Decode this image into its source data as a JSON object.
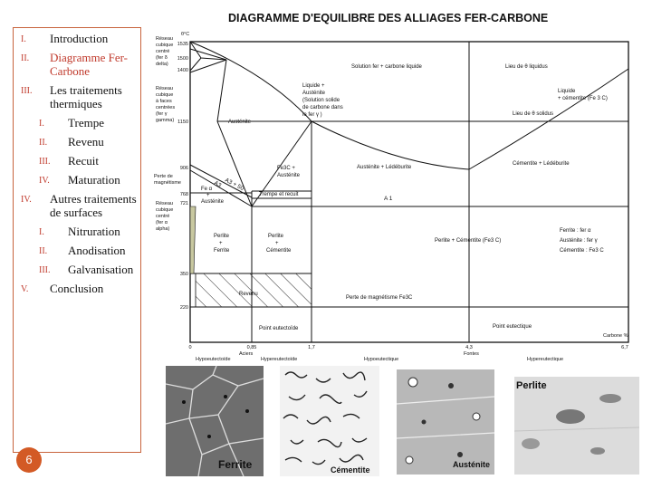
{
  "toc": [
    {
      "num": "I.",
      "label": "Introduction",
      "level": 1,
      "active": false
    },
    {
      "num": "II.",
      "label": "Diagramme Fer-Carbone",
      "level": 1,
      "active": true
    },
    {
      "num": "III.",
      "label": "Les traitements thermiques",
      "level": 1,
      "active": false
    },
    {
      "num": "I.",
      "label": "Trempe",
      "level": 2,
      "active": false
    },
    {
      "num": "II.",
      "label": "Revenu",
      "level": 2,
      "active": false
    },
    {
      "num": "III.",
      "label": "Recuit",
      "level": 2,
      "active": false
    },
    {
      "num": "IV.",
      "label": "Maturation",
      "level": 2,
      "active": false
    },
    {
      "num": "IV.",
      "label": "Autres traitements de surfaces",
      "level": 1,
      "active": false
    },
    {
      "num": "I.",
      "label": "Nitruration",
      "level": 2,
      "active": false
    },
    {
      "num": "II.",
      "label": "Anodisation",
      "level": 2,
      "active": false
    },
    {
      "num": "III.",
      "label": "Galvanisation",
      "level": 2,
      "active": false
    },
    {
      "num": "V.",
      "label": "Conclusion",
      "level": 1,
      "active": false
    }
  ],
  "page_number": "6",
  "diagram": {
    "title": "DIAGRAMME D'EQUILIBRE DES ALLIAGES FER-CARBONE",
    "y_unit": "θ°C",
    "temps": [
      "1535",
      "1500",
      "1400",
      "1150",
      "906",
      "768",
      "721",
      "350",
      "220"
    ],
    "left_labels": {
      "delta": [
        "Réseau",
        "cubique",
        "centré",
        "(fer δ",
        "delta)"
      ],
      "gamma": [
        "Réseau",
        "cubique",
        "à faces",
        "centrées",
        "(fer γ",
        "gamma)"
      ],
      "magnet": [
        "Perte de",
        "magnétisme"
      ],
      "alpha": [
        "Réseau",
        "cubique",
        "centré",
        "(fer α",
        "alpha)"
      ]
    },
    "x_ticks": [
      "0",
      "0,85",
      "1,7",
      "4,3",
      "6,7"
    ],
    "x_unit": "Carbone %",
    "bottom": {
      "aciers": "Aciers",
      "fontes": "Fontes",
      "hypoeutectoide": "Hypoeutectoïde",
      "hypereutectoide": "Hypereutectoïde",
      "hypoeutectique": "Hypoeutectique",
      "hypereutectique": "Hypereutectique"
    },
    "regions": {
      "solution_liquide": "Solution fer + carbone liquide",
      "liquidus": "Lieu de θ liquidus",
      "solidus": "Lieu de θ solidus",
      "liquide_cementite": [
        "Liquide",
        "+ cémentite (Fe 3 C)"
      ],
      "liquide_austenite": [
        "Liquide +",
        "Austénite",
        "(Solution solide",
        "de carbone dans",
        "le fer γ )"
      ],
      "austenite": "Austénite",
      "a3_50": "A3 + 50",
      "a3": "A3",
      "fe3c_austenite": [
        "Fe3C +",
        "Austénite"
      ],
      "fe_a_austenite": [
        "Fe α",
        "+",
        "Austénite"
      ],
      "trempe_recuit": "Trempe et recuit",
      "austenite_ledeburite": "Austénite + Lédéburite",
      "cementite_ledeburite": "Cémentite + Lédéburite",
      "a1": "A 1",
      "perlite_ferrite": [
        "Perlite",
        "+",
        "Ferrite"
      ],
      "perlite_cementite": [
        "Perlite",
        "+",
        "Cémentite"
      ],
      "perlite_cementite_fe3c": "Perlite + Cémentite (Fe3 C)",
      "legend_ferrite": "Ferrite      : fer α",
      "legend_austenite": "Austénite  : fer γ",
      "legend_cementite": "Cémentite : Fe3 C",
      "revenu": "Revenu",
      "perte_magnetisme_fe3c": "Perte de magnétisme  Fe3C",
      "point_eutectoide": "Point eutectoïde",
      "point_eutectique": "Point eutectique"
    }
  },
  "micrographs": [
    "Ferrite",
    "Cémentite",
    "Austénite",
    "Perlite"
  ]
}
